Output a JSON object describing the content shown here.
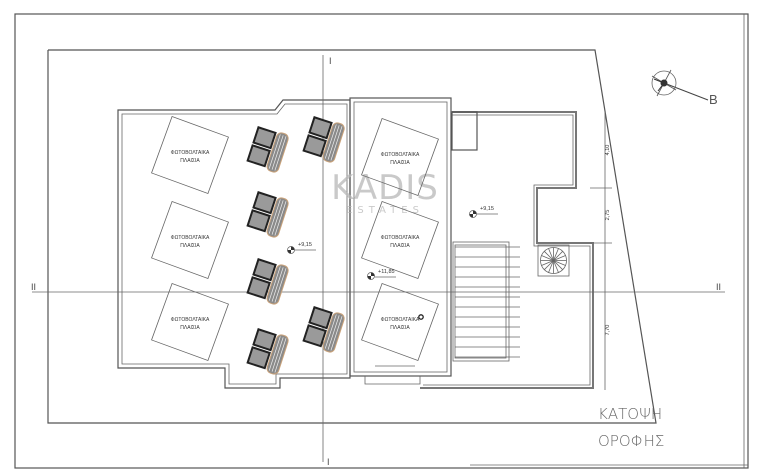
{
  "drawing": {
    "title_line1": "ΚΑΤΟΨΗ",
    "title_line2": "ΟΡΟΦΗΣ",
    "pv_label_line1": "ΦΩΤΟΒΟΛΤΑΙΚΑ",
    "pv_label_line2": "ΠΛΑΙΣΙΑ",
    "levels": [
      "+9,15",
      "+11,85",
      "+9,15"
    ],
    "dimensions": [
      "4,10",
      "2,75",
      "7,70"
    ],
    "section_vertical": "I",
    "section_horizontal": "II",
    "north_label": "B"
  },
  "watermark": {
    "line1": "KADIS",
    "line2": "ESTATES"
  },
  "colors": {
    "line": "#555555",
    "heater": "#8a8a8a",
    "watermark": "#b8b8b8"
  }
}
